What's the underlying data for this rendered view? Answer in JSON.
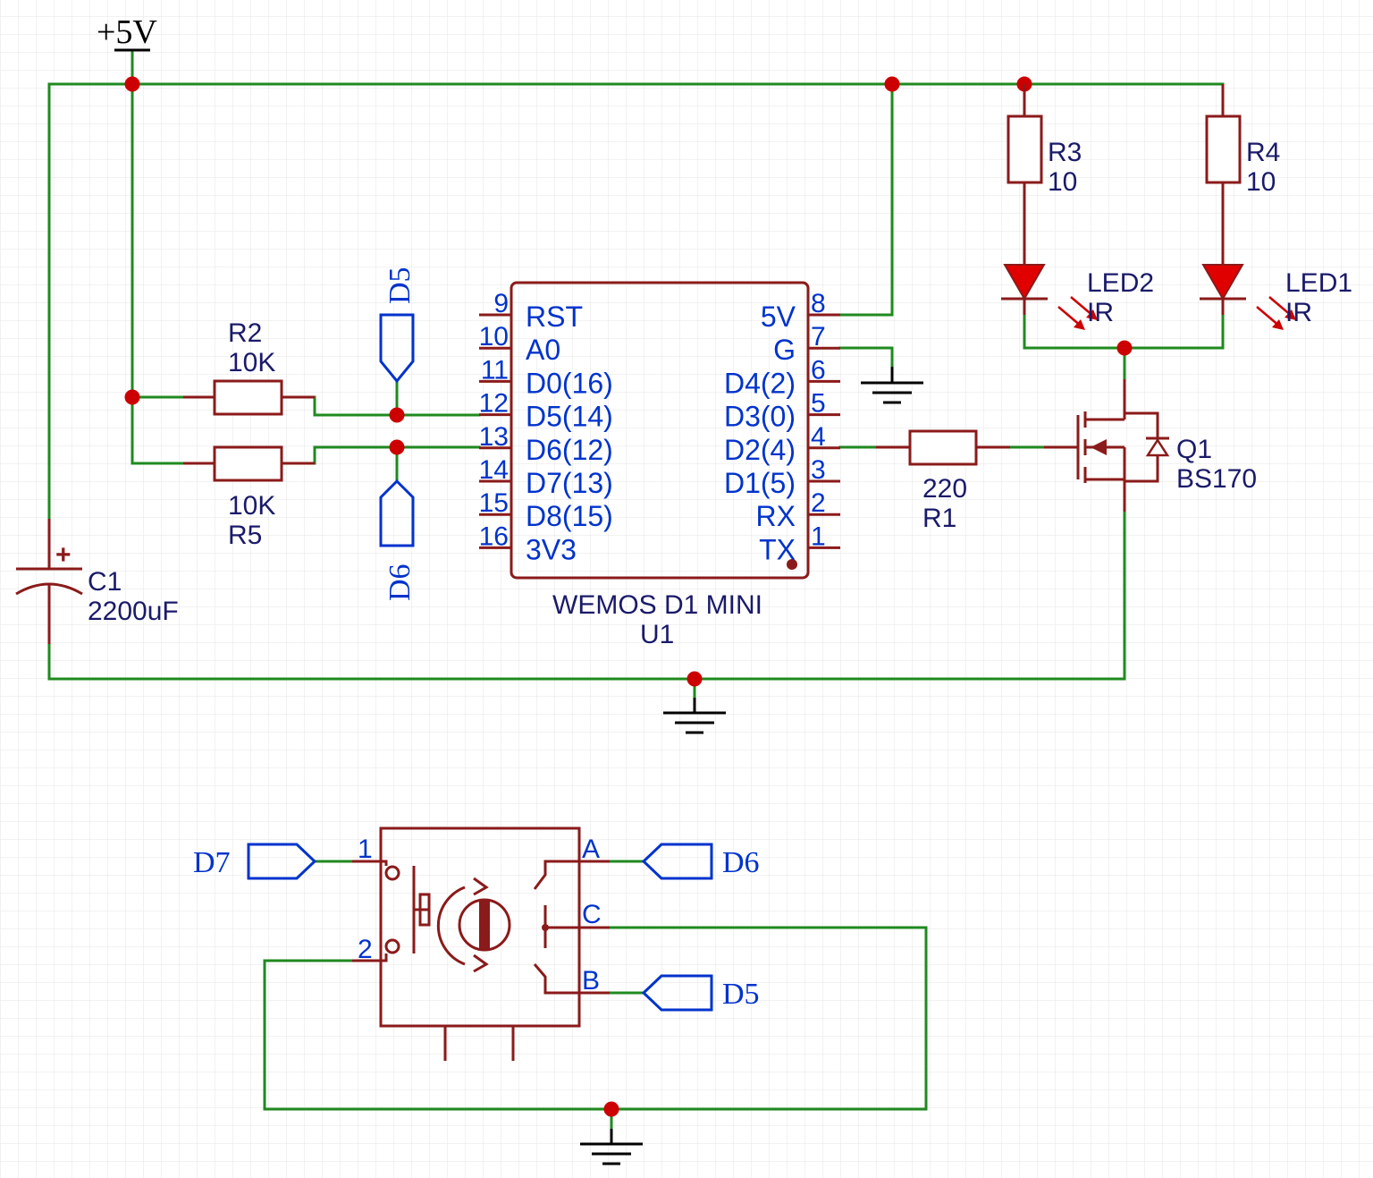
{
  "power": {
    "label": "+5V"
  },
  "resistors": {
    "r2": {
      "ref": "R2",
      "value": "10K"
    },
    "r5": {
      "ref": "R5",
      "value": "10K"
    },
    "r1": {
      "ref": "R1",
      "value": "220"
    },
    "r3": {
      "ref": "R3",
      "value": "10"
    },
    "r4": {
      "ref": "R4",
      "value": "10"
    }
  },
  "leds": {
    "led2": {
      "ref": "LED2",
      "value": "IR"
    },
    "led1": {
      "ref": "LED1",
      "value": "IR"
    }
  },
  "mosfet": {
    "ref": "Q1",
    "value": "BS170"
  },
  "capacitor": {
    "ref": "C1",
    "value": "2200uF",
    "polarity": "+"
  },
  "u1": {
    "name": "WEMOS D1 MINI",
    "ref": "U1",
    "left_pins": [
      {
        "num": "9",
        "name": "RST"
      },
      {
        "num": "10",
        "name": "A0"
      },
      {
        "num": "11",
        "name": "D0(16)"
      },
      {
        "num": "12",
        "name": "D5(14)"
      },
      {
        "num": "13",
        "name": "D6(12)"
      },
      {
        "num": "14",
        "name": "D7(13)"
      },
      {
        "num": "15",
        "name": "D8(15)"
      },
      {
        "num": "16",
        "name": "3V3"
      }
    ],
    "right_pins": [
      {
        "num": "8",
        "name": "5V"
      },
      {
        "num": "7",
        "name": "G"
      },
      {
        "num": "6",
        "name": "D4(2)"
      },
      {
        "num": "5",
        "name": "D3(0)"
      },
      {
        "num": "4",
        "name": "D2(4)"
      },
      {
        "num": "3",
        "name": "D1(5)"
      },
      {
        "num": "2",
        "name": "RX"
      },
      {
        "num": "1",
        "name": "TX"
      }
    ]
  },
  "net_flags": {
    "top_d5": "D5",
    "top_d6": "D6",
    "enc_d7": "D7",
    "enc_d6": "D6",
    "enc_d5": "D5"
  },
  "encoder": {
    "pins": {
      "p1": "1",
      "p2": "2",
      "a": "A",
      "c": "C",
      "b": "B"
    }
  },
  "colors": {
    "wire": "#1f8a1f",
    "component": "#8b1a1a",
    "junction": "#cc0000",
    "label_blue": "#0033cc",
    "label_navy": "#1a1a6a",
    "led_fill": "#e00000"
  }
}
